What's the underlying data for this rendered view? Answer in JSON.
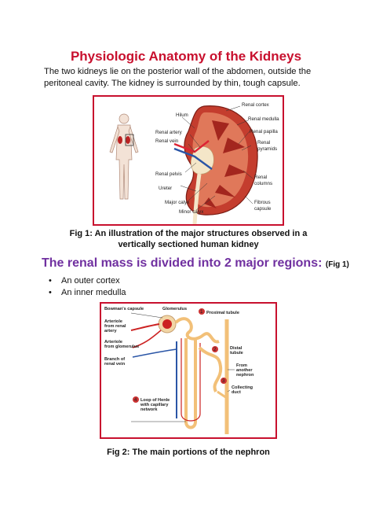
{
  "title": "Physiologic Anatomy of the Kidneys",
  "intro": "The two kidneys lie on the posterior wall of the abdomen, outside the peritoneal cavity. The kidney is surrounded by thin, tough capsule.",
  "figure1": {
    "labels_left": [
      "Hilum",
      "Renal artery",
      "Renal vein",
      "Renal pelvis",
      "Ureter",
      "Major calyx",
      "Minor calyx"
    ],
    "labels_right": [
      "Renal cortex",
      "Renal medulla",
      "Renal papilla",
      "Renal",
      "pyramids",
      "Renal",
      "columns",
      "Fibrous",
      "capsule"
    ],
    "caption": "Fig 1: An illustration of the major structures observed in a vertically sectioned human kidney"
  },
  "section": {
    "heading": "The renal mass is divided into 2 major regions:",
    "ref": "(Fig 1)",
    "bullets": [
      "An outer cortex",
      "An inner medulla"
    ]
  },
  "figure2": {
    "labels": {
      "bowmans": "Bowman's capsule",
      "glomerulus": "Glomerulus",
      "arteriole_from_1": "Arteriole",
      "arteriole_from_2": "from renal",
      "arteriole_from_3": "artery",
      "arteriole_glom_1": "Arteriole",
      "arteriole_glom_2": "from glomerulus",
      "branch_1": "Branch of",
      "branch_2": "renal vein",
      "loop_1": "Loop of Henle",
      "loop_2": "with capillary",
      "loop_3": "network",
      "proximal": "Proximal tubule",
      "distal_1": "Distal",
      "distal_2": "tubule",
      "from_1": "From",
      "from_2": "another",
      "from_3": "nephron",
      "collecting_1": "Collecting",
      "collecting_2": "duct",
      "num1": "1",
      "num2": "2",
      "num3": "3",
      "num4": "4"
    },
    "caption": "Fig 2: The main portions of the nephron"
  },
  "colors": {
    "title": "#c8102e",
    "section": "#7030a0",
    "frame": "#c8102e"
  }
}
